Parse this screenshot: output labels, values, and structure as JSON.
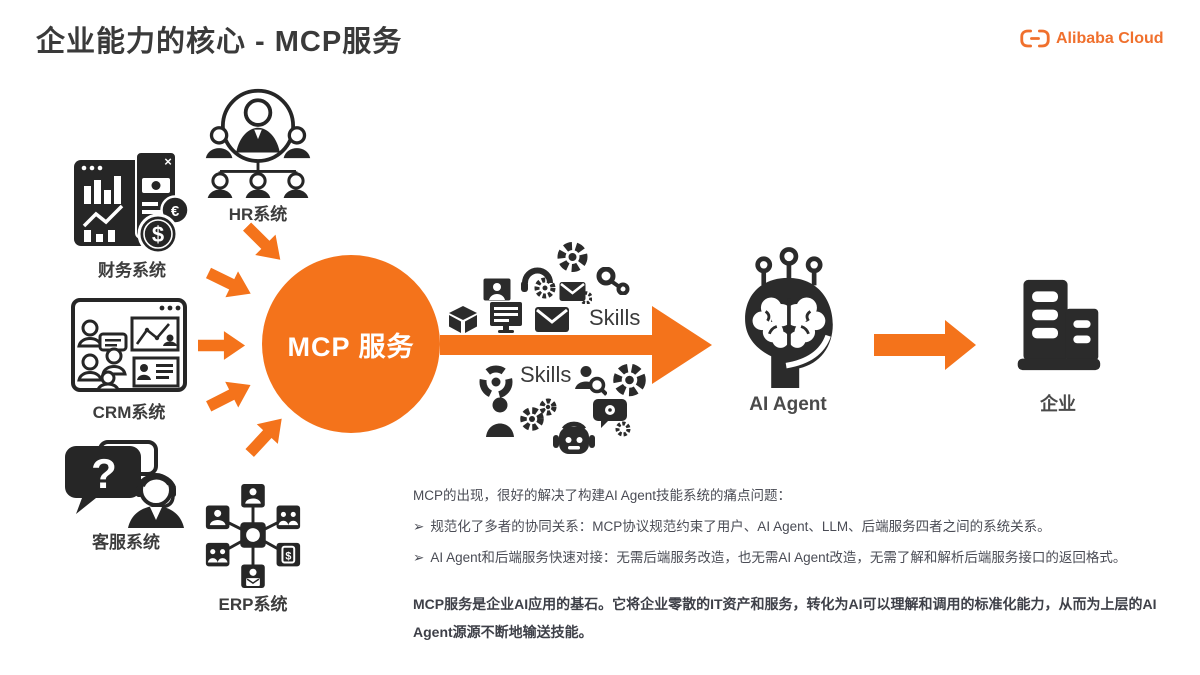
{
  "header": {
    "title": "企业能力的核心 - MCP服务",
    "brand": "Alibaba Cloud"
  },
  "systems": [
    {
      "id": "finance",
      "label": "财务系统"
    },
    {
      "id": "hr",
      "label": "HR系统"
    },
    {
      "id": "crm",
      "label": "CRM系统"
    },
    {
      "id": "support",
      "label": "客服系统"
    },
    {
      "id": "erp",
      "label": "ERP系统"
    }
  ],
  "mcp": {
    "label": "MCP 服务"
  },
  "flow": {
    "skills_top": "Skills",
    "skills_bottom": "Skills"
  },
  "agent": {
    "label": "AI Agent"
  },
  "enterprise": {
    "label": "企业"
  },
  "notes": {
    "intro": "MCP的出现，很好的解决了构建AI Agent技能系统的痛点问题：",
    "bullet_glyph": "➢",
    "bullets": [
      "规范化了多者的协同关系：MCP协议规范约束了用户、AI Agent、LLM、后端服务四者之间的系统关系。",
      "AI Agent和后端服务快速对接：无需后端服务改造，也无需AI Agent改造，无需了解和解析后端服务接口的返回格式。"
    ],
    "summary": "MCP服务是企业AI应用的基石。它将企业零散的IT资产和服务，转化为AI可以理解和调用的标准化能力，从而为上层的AI Agent源源不断地输送技能。"
  },
  "colors": {
    "accent": "#f4731b",
    "logo": "#f0702d",
    "icon": "#262626",
    "body_text": "#4a4c55"
  }
}
